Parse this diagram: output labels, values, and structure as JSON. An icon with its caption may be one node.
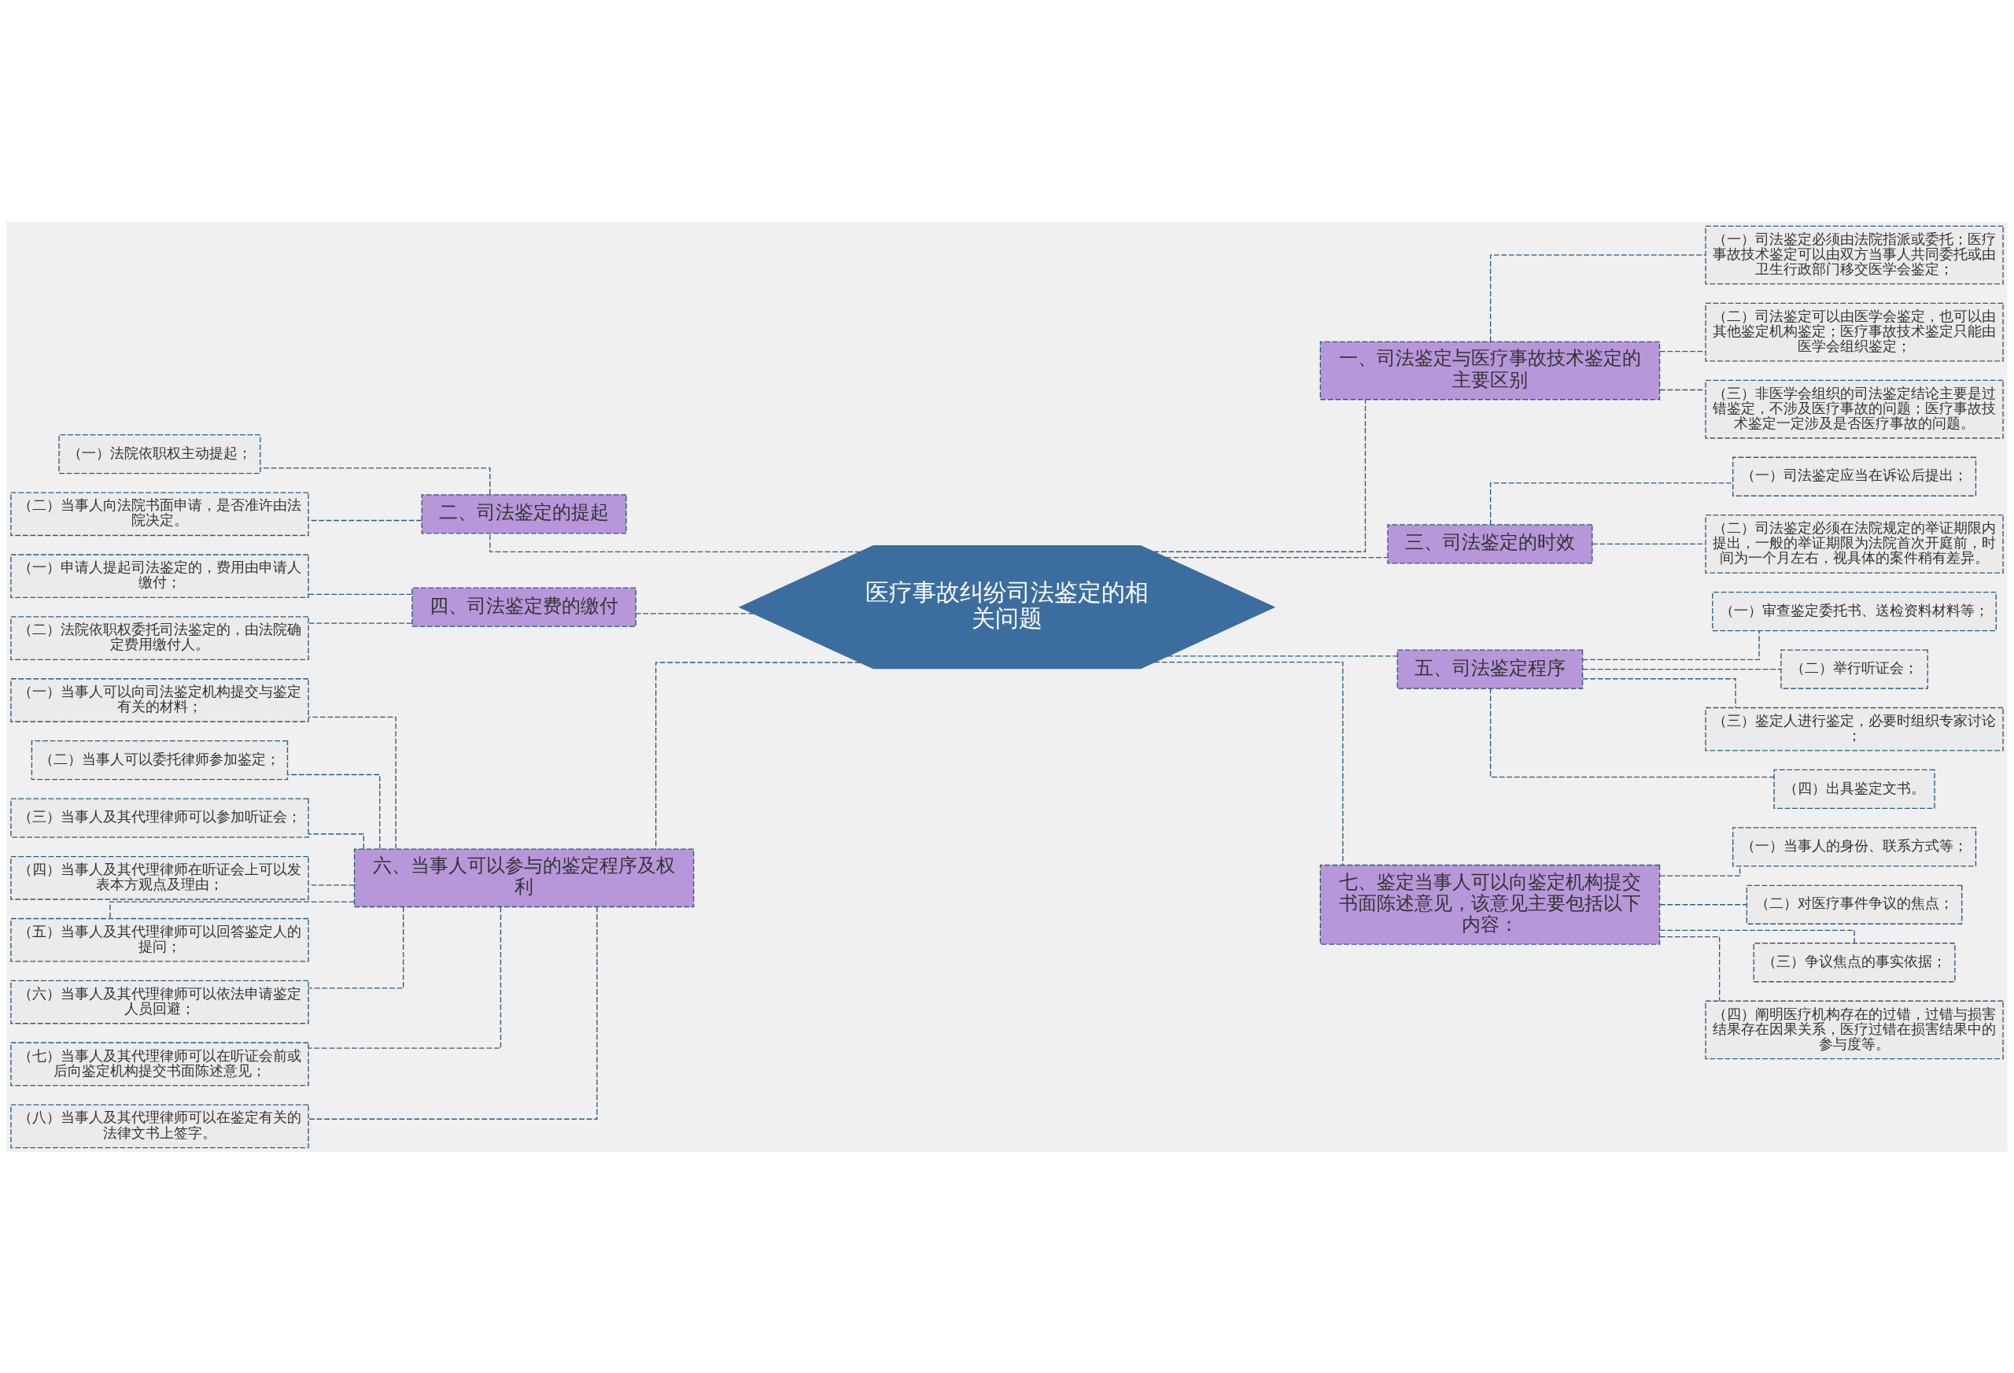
{
  "diagram": {
    "nodes": [
      {
        "text": [
          "医疗事故纠纷司法鉴定的相关问题"
        ]
      },
      {
        "text": [
          "一、司法鉴定与医疗事故技术鉴定的主要区别"
        ]
      },
      {
        "text": [
          "（一）司法鉴定必须由法院指派或委托；医疗事故技术鉴定可以由双方当事人共同委托或由卫生行政部门移交医学会鉴定；"
        ]
      },
      {
        "text": [
          "（二）司法鉴定可以由医学会鉴定，也可以由其他鉴定机构鉴定；医疗事故技术鉴定只能由医学会组织鉴定；"
        ]
      },
      {
        "text": [
          "（三）非医学会组织的司法鉴定结论主要是过错鉴定，不涉及医疗事故的问题；医疗事故技术鉴定一定涉及是否医疗事故的问题。"
        ]
      },
      {
        "text": [
          "二、司法鉴定的提起"
        ]
      },
      {
        "text": [
          "（一）法院依职权主动提起；"
        ]
      },
      {
        "text": [
          "（二）当事人向法院书面申请，是否准许由法院决定。"
        ]
      },
      {
        "text": [
          "三、司法鉴定的时效"
        ]
      },
      {
        "text": [
          "（一）司法鉴定应当在诉讼后提出；"
        ]
      },
      {
        "text": [
          "（二）司法鉴定必须在法院规定的举证期限内提出，一般的举证期限为法院首次开庭前，时间为一个月左右，视具体的案件稍有差异。"
        ]
      },
      {
        "text": [
          "四、司法鉴定费的缴付"
        ]
      },
      {
        "text": [
          "（一）申请人提起司法鉴定的，费用由申请人缴付；"
        ]
      },
      {
        "text": [
          "（二）法院依职权委托司法鉴定的，由法院确定费用缴付人。"
        ]
      },
      {
        "text": [
          "五、司法鉴定程序"
        ]
      },
      {
        "text": [
          "（一）审查鉴定委托书、送检资料材料等；"
        ]
      },
      {
        "text": [
          "（二）举行听证会；"
        ]
      },
      {
        "text": [
          "（三）鉴定人进行鉴定，必要时组织专家讨论；"
        ]
      },
      {
        "text": [
          "（四）出具鉴定文书。"
        ]
      },
      {
        "text": [
          "六、当事人可以参与的鉴定程序及权利"
        ]
      },
      {
        "text": [
          "（一）当事人可以向司法鉴定机构提交与鉴定有关的材料；"
        ]
      },
      {
        "text": [
          "（二）当事人可以委托律师参加鉴定；"
        ]
      },
      {
        "text": [
          "（三）当事人及其代理律师可以参加听证会；"
        ]
      },
      {
        "text": [
          "（四）当事人及其代理律师在听证会上可以发表本方观点及理由；"
        ]
      },
      {
        "text": [
          "（五）当事人及其代理律师可以回答鉴定人的提问；"
        ]
      },
      {
        "text": [
          "（六）当事人及其代理律师可以依法申请鉴定人员回避；"
        ]
      },
      {
        "text": [
          "（七）当事人及其代理律师可以在听证会前或后向鉴定机构提交书面陈述意见；"
        ]
      },
      {
        "text": [
          "（八）当事人及其代理律师可以在鉴定有关的法律文书上签字。"
        ]
      },
      {
        "text": [
          "七、鉴定当事人可以向鉴定机构提交书面陈述意见，该意见主要包括以下内容："
        ]
      },
      {
        "text": [
          "（一）当事人的身份、联系方式等；"
        ]
      },
      {
        "text": [
          "（二）对医疗事件争议的焦点；"
        ]
      },
      {
        "text": [
          "（三）争议焦点的事实依据；"
        ]
      },
      {
        "text": [
          "（四）阐明医疗机构存在的过错，过错与损害结果存在因果关系，医疗过错在损害结果中的参与度等。"
        ]
      }
    ],
    "edges": [
      {
        "from": 0,
        "to": 1,
        "arrow": "none",
        "style": "dashed"
      },
      {
        "from": 1,
        "to": 2,
        "arrow": "none",
        "style": "dashed"
      },
      {
        "from": 1,
        "to": 3,
        "arrow": "none",
        "style": "dashed"
      },
      {
        "from": 1,
        "to": 4,
        "arrow": "none",
        "style": "dashed"
      },
      {
        "from": 0,
        "to": 5,
        "arrow": "none",
        "style": "dashed"
      },
      {
        "from": 5,
        "to": 6,
        "arrow": "none",
        "style": "dashed"
      },
      {
        "from": 5,
        "to": 7,
        "arrow": "none",
        "style": "dashed"
      },
      {
        "from": 0,
        "to": 8,
        "arrow": "none",
        "style": "dashed"
      },
      {
        "from": 8,
        "to": 9,
        "arrow": "none",
        "style": "dashed"
      },
      {
        "from": 8,
        "to": 10,
        "arrow": "none",
        "style": "dashed"
      },
      {
        "from": 0,
        "to": 11,
        "arrow": "none",
        "style": "dashed"
      },
      {
        "from": 11,
        "to": 12,
        "arrow": "none",
        "style": "dashed"
      },
      {
        "from": 11,
        "to": 13,
        "arrow": "none",
        "style": "dashed"
      },
      {
        "from": 0,
        "to": 14,
        "arrow": "none",
        "style": "dashed"
      },
      {
        "from": 14,
        "to": 15,
        "arrow": "none",
        "style": "dashed"
      },
      {
        "from": 14,
        "to": 16,
        "arrow": "none",
        "style": "dashed"
      },
      {
        "from": 14,
        "to": 17,
        "arrow": "none",
        "style": "dashed"
      },
      {
        "from": 14,
        "to": 18,
        "arrow": "none",
        "style": "dashed"
      },
      {
        "from": 0,
        "to": 19,
        "arrow": "none",
        "style": "dashed"
      },
      {
        "from": 19,
        "to": 20,
        "arrow": "none",
        "style": "dashed"
      },
      {
        "from": 19,
        "to": 21,
        "arrow": "none",
        "style": "dashed"
      },
      {
        "from": 19,
        "to": 22,
        "arrow": "none",
        "style": "dashed"
      },
      {
        "from": 19,
        "to": 23,
        "arrow": "none",
        "style": "dashed"
      },
      {
        "from": 19,
        "to": 24,
        "arrow": "none",
        "style": "dashed"
      },
      {
        "from": 19,
        "to": 25,
        "arrow": "none",
        "style": "dashed"
      },
      {
        "from": 19,
        "to": 26,
        "arrow": "none",
        "style": "dashed"
      },
      {
        "from": 19,
        "to": 27,
        "arrow": "none",
        "style": "dashed"
      },
      {
        "from": 0,
        "to": 28,
        "arrow": "none",
        "style": "dashed"
      },
      {
        "from": 28,
        "to": 29,
        "arrow": "none",
        "style": "dashed"
      },
      {
        "from": 28,
        "to": 30,
        "arrow": "none",
        "style": "dashed"
      },
      {
        "from": 28,
        "to": 31,
        "arrow": "none",
        "style": "dashed"
      },
      {
        "from": 28,
        "to": 32,
        "arrow": "none",
        "style": "dashed"
      }
    ]
  }
}
